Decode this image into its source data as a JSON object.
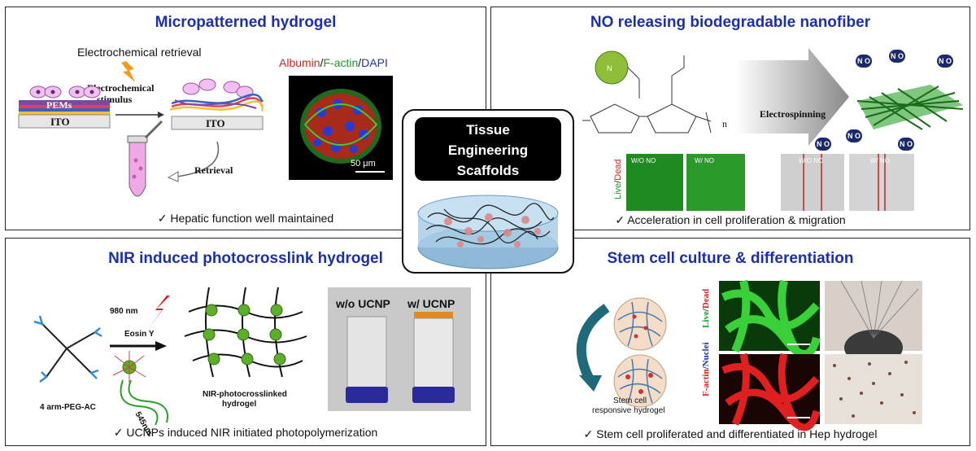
{
  "center": {
    "line1": "Tissue",
    "line2": "Engineering",
    "line3": "Scaffolds"
  },
  "panels": {
    "top_left": {
      "title": "Micropatterned hydrogel",
      "caption": "✓ Hepatic function well maintained",
      "labels": {
        "electro_retrieval": "Electrochemical retrieval",
        "electro_stimulus_1": "Electrochemical",
        "electro_stimulus_2": "stimulus",
        "pems": "PEMs",
        "ito_left": "ITO",
        "ito_right": "ITO",
        "retrieval": "Retrieval",
        "stain_albumin": "Albumin",
        "stain_sep1": "/",
        "stain_factin": "F-actin",
        "stain_sep2": "/",
        "stain_dapi": "DAPI",
        "scale": "50 μm"
      }
    },
    "top_right": {
      "title": "NO releasing biodegradable nanofiber",
      "caption": "✓ Acceleration in cell proliferation & migration",
      "labels": {
        "electrospinning": "Electrospinning",
        "n": "n",
        "wo_no_1": "W/O NO",
        "w_no_1": "W/ NO",
        "wo_no_2": "W/O NO",
        "w_no_2": "W/ NO",
        "live": "Live",
        "slash": "/",
        "dead": "Dead",
        "no1": "N O",
        "no2": "N O",
        "no3": "N O",
        "no4": "N O",
        "no5": "N O",
        "no6": "N O"
      }
    },
    "bottom_left": {
      "title": "NIR induced photocrosslink hydrogel",
      "caption": "✓ UCNPs induced NIR initiated photopolymerization",
      "labels": {
        "nm980": "980 nm",
        "eosin": "Eosin Y",
        "nm545": "545nm",
        "peg": "4 arm-PEG-AC",
        "nir_1": "NIR-photocrosslinked",
        "nir_2": "hydrogel",
        "wo_ucnp": "w/o UCNP",
        "w_ucnp": "w/ UCNP"
      }
    },
    "bottom_right": {
      "title": "Stem cell culture & differentiation",
      "caption": "✓ Stem cell proliferated and differentiated in Hep hydrogel",
      "labels": {
        "stem_1": "Stem cell",
        "stem_2": "responsive hydrogel",
        "live": "Live",
        "slash1": "/",
        "dead": "Dead",
        "factin": "F-actin",
        "slash2": "/",
        "nuclei": "Nuclei"
      }
    }
  },
  "colors": {
    "title": "#1b2fb0",
    "albumin": "#e02020",
    "factin": "#1a9a2a",
    "dapi": "#2030c0"
  }
}
